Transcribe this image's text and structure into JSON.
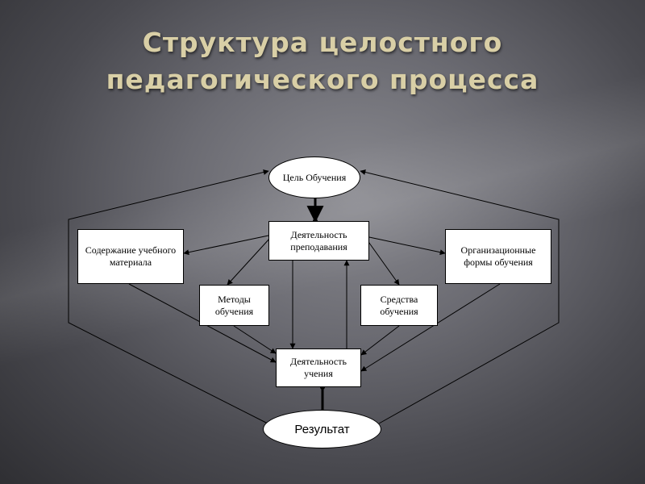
{
  "title": {
    "line1": "Структура целостного",
    "line2": "педагогического процесса"
  },
  "nodes": {
    "goal": "Цель Обучения",
    "teaching": "Деятельность преподавания",
    "content": "Содержание учебного материала",
    "forms": "Организационные формы обучения",
    "methods": "Методы обучения",
    "means": "Средства обучения",
    "learning": "Деятельность учения",
    "result": "Результат"
  }
}
